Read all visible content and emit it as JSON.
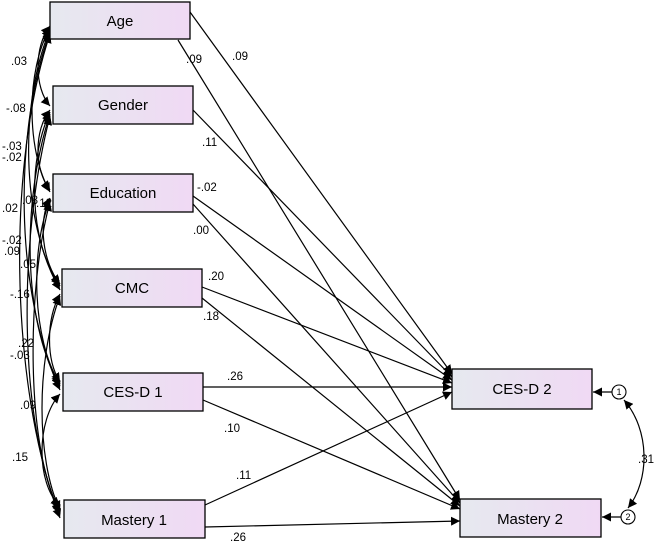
{
  "boxes": {
    "age": "Age",
    "gender": "Gender",
    "education": "Education",
    "cmc": "CMC",
    "cesd1": "CES-D 1",
    "mastery1": "Mastery 1",
    "cesd2": "CES-D 2",
    "mastery2": "Mastery 2"
  },
  "errors": {
    "e1": "1",
    "e2": "2"
  },
  "paths": {
    "age_cesd2": ".09",
    "age_mastery2": ".09",
    "gender_cesd2": ".11",
    "education_cesd2": "-.02",
    "education_mastery2": ".00",
    "cmc_cesd2": ".20",
    "cmc_mastery2": ".18",
    "cesd1_cesd2": ".26",
    "cesd1_mastery2": ".10",
    "mastery1_cesd2": ".11",
    "mastery1_mastery2": ".26"
  },
  "covariances": {
    "c1": ".03",
    "c2": "-.08",
    "c3": "-.03",
    "c4": "-.02",
    "c5": ".02",
    "c6": ".08",
    "c7": ".12",
    "c8": "-.02",
    "c9": ".09",
    "c10": ".05",
    "c11": "-.16",
    "c12": ".22",
    "c13": "-.03",
    "c14": ".09",
    "c15": ".15",
    "errors_cov": ".31"
  },
  "colors": {
    "box_fill_start": "#e6e9ef",
    "box_fill_end": "#f0d9f4",
    "stroke": "#000000"
  }
}
